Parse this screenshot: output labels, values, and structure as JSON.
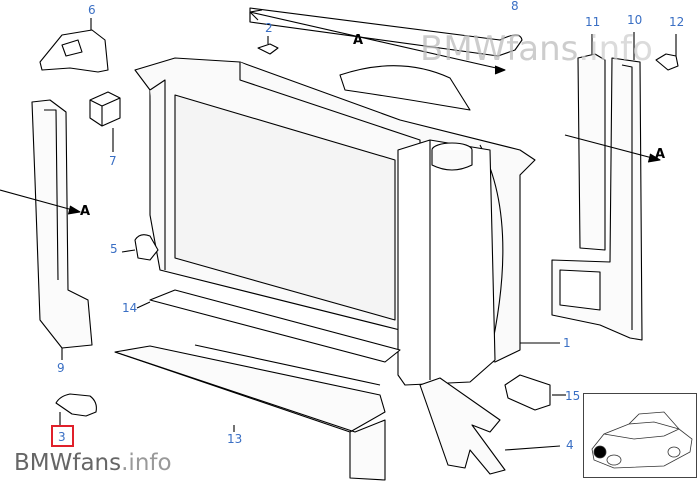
{
  "diagram": {
    "labels": {
      "p1": "1",
      "p2": "2",
      "p3": "3",
      "p4": "4",
      "p5": "5",
      "p6": "6",
      "p7": "7",
      "p8": "8",
      "p9": "9",
      "p10": "10",
      "p11": "11",
      "p12": "12",
      "p13": "13",
      "p14": "14",
      "p15": "15"
    },
    "arrow_label": "A",
    "selected_part": "3",
    "label_color": "#3a6fc4",
    "highlight_color": "#e0202a"
  },
  "watermark": {
    "brand": "BMWfans",
    "suffix": ".info"
  },
  "thumbnail": {
    "icon": "car-location-icon"
  }
}
